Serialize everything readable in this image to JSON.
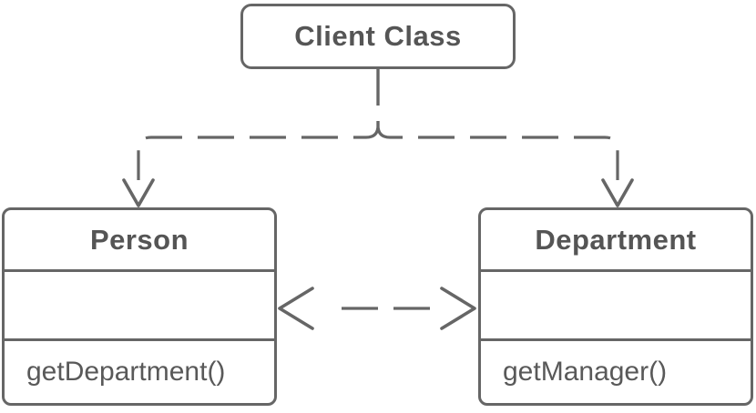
{
  "diagram": {
    "kind": "uml-class-diagram",
    "background_color": "#ffffff",
    "stroke_color": "#666666",
    "node_fill_color": "#ffffff",
    "title_text_color": "#555555",
    "method_text_color": "#595959",
    "nodes": [
      {
        "id": "client",
        "title": "Client Class"
      },
      {
        "id": "person",
        "title": "Person",
        "attributes": [],
        "methods": [
          "getDepartment()"
        ]
      },
      {
        "id": "department",
        "title": "Department",
        "attributes": [],
        "methods": [
          "getManager()"
        ]
      }
    ],
    "edges": [
      {
        "from": "Client Class",
        "to": "Person",
        "line": "dashed",
        "arrow": "open-arrowhead-at-Person"
      },
      {
        "from": "Client Class",
        "to": "Department",
        "line": "dashed",
        "arrow": "open-arrowhead-at-Department"
      },
      {
        "from": "Person",
        "to": "Department",
        "line": "dashed",
        "arrow": "open-arrowhead-both-ends"
      }
    ]
  }
}
